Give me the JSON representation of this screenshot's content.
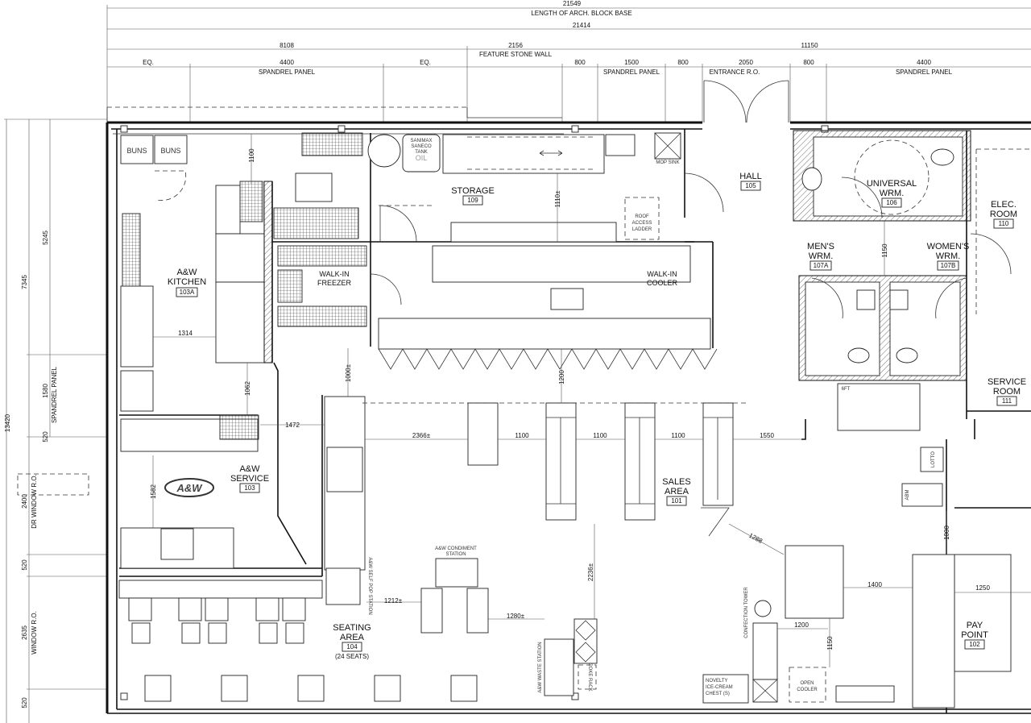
{
  "overall": {
    "arch_length": "21549",
    "arch_label": "LENGTH OF ARCH. BLOCK BASE",
    "block_length": "21414"
  },
  "top_dims": {
    "left_span": "8108",
    "middle_span": "2156",
    "middle_label": "FEATURE STONE WALL",
    "right_span": "11150",
    "segments": [
      "EQ.",
      "4400",
      "EQ.",
      "800",
      "1500",
      "800",
      "2050",
      "800",
      "4400"
    ],
    "segment_labels": [
      "SPANDREL PANEL",
      "SPANDREL PANEL",
      "ENTRANCE R.O.",
      "SPANDREL PANEL"
    ]
  },
  "left_dims": {
    "total": "13420",
    "upper": "7345",
    "kitchen": "5245",
    "spandrel": "1580",
    "spandrel_label": "SPANDREL PANEL",
    "pier1": "520",
    "dr_window": "2400",
    "dr_window_label": "DR WINDOW R.O.",
    "pier2": "520",
    "window": "2635",
    "window_label": "WINDOW R.O.",
    "pier3": "520"
  },
  "rooms": [
    {
      "name": "A&W",
      "name2": "KITCHEN",
      "number": "103A"
    },
    {
      "name": "WALK-IN",
      "name2": "FREEZER"
    },
    {
      "name": "STORAGE",
      "number": "109"
    },
    {
      "name": "HALL",
      "number": "105"
    },
    {
      "name": "UNIVERSAL",
      "name2": "WRM.",
      "number": "106"
    },
    {
      "name": "ELEC.",
      "name2": "ROOM",
      "number": "110"
    },
    {
      "name": "MEN'S",
      "name2": "WRM.",
      "number": "107A"
    },
    {
      "name": "WOMEN'S",
      "name2": "WRM.",
      "number": "107B"
    },
    {
      "name": "WALK-IN",
      "name2": "COOLER"
    },
    {
      "name": "SERVICE",
      "name2": "ROOM",
      "number": "111"
    },
    {
      "name": "A&W",
      "name2": "SERVICE",
      "number": "103"
    },
    {
      "name": "SALES",
      "name2": "AREA",
      "number": "101"
    },
    {
      "name": "SEATING",
      "name2": "AREA",
      "number": "104",
      "note": "(24 SEATS)"
    },
    {
      "name": "PAY",
      "name2": "POINT",
      "number": "102"
    }
  ],
  "fixtures": {
    "buns": "BUNS",
    "sanimax": [
      "SANIMAX",
      "SANECO",
      "TANK",
      "OIL"
    ],
    "mop_sink": "MOP SINK",
    "roof_ladder": [
      "ROOF",
      "ACCESS",
      "LADDER"
    ],
    "condiment": [
      "A&W CONDIMENT",
      "STATION"
    ],
    "pop_station": "A&W SELF POP STATION",
    "waste_station": "A&W WASTE STATION",
    "coke_rack": "COKE RACK",
    "confection_tower": "CONFECTION TOWER",
    "novelty": [
      "NOVELTY",
      "ICE-CREAM",
      "CHEST (S)"
    ],
    "open_cooler": [
      "OPEN",
      "COOLER"
    ],
    "lotto": "LOTTO",
    "abm": "ABM",
    "six_ft": "6FT",
    "logo": "A&W"
  },
  "inner_dims": {
    "kitchen_top": "1100",
    "storage": "1110±",
    "wrm_gap": "1150",
    "kitchen_aisle": "1314",
    "service_aisle": "1000±",
    "cooler_gap": "1200",
    "kitchen_service": "1062",
    "service_counter": "1472",
    "counter_gondola": "2366±",
    "gondola_1": "1100",
    "gondola_2": "1100",
    "gondola_3": "1100",
    "gondola_wall": "1550",
    "service_depth": "1582",
    "endcap": "1288",
    "pay_gap": "1000",
    "pop_gap": "1212±",
    "waste_gap": "2236±",
    "counter_gap": "1400",
    "pay_wall": "1250",
    "condiment_gap": "1280±",
    "confection_gap": "1200",
    "cooler_front": "1150"
  }
}
